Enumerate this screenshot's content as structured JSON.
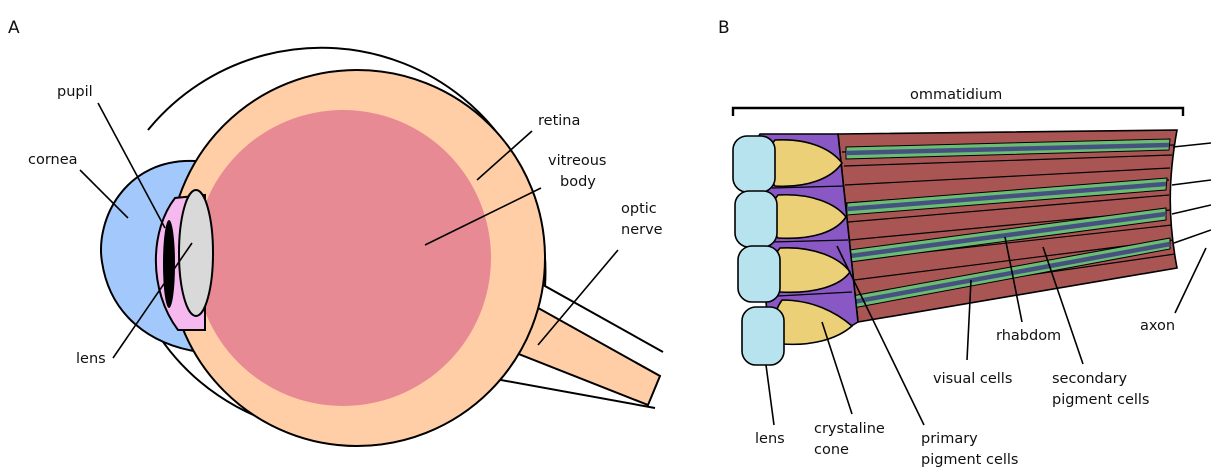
{
  "panels": {
    "a": "A",
    "b": "B"
  },
  "eye": {
    "pupil": "pupil",
    "cornea": "cornea",
    "lens": "lens",
    "retina": "retina",
    "vitreous_1": "vitreous",
    "vitreous_2": "body",
    "optic_1": "optic",
    "optic_2": "nerve"
  },
  "ommatidium": {
    "title": "ommatidium",
    "lens": "lens",
    "cone_1": "crystaline",
    "cone_2": "cone",
    "primary_1": "primary",
    "primary_2": "pigment cells",
    "visual": "visual cells",
    "rhabdom": "rhabdom",
    "secondary_1": "secondary",
    "secondary_2": "pigment cells",
    "axon": "axon"
  },
  "colors": {
    "cornea": "#a3c8fb",
    "iris": "#f5b8ef",
    "pupil": "#000000",
    "lens": "#d9d9d9",
    "sclera": "#ffcea6",
    "vitreous": "#e88a94",
    "facet_lens": "#b7e3ef",
    "primary_pigment": "#8a58c4",
    "cone": "#ecd078",
    "secondary_pigment": "#a85554",
    "visual_cell": "#6bbd74",
    "rhabdom": "#455280"
  }
}
